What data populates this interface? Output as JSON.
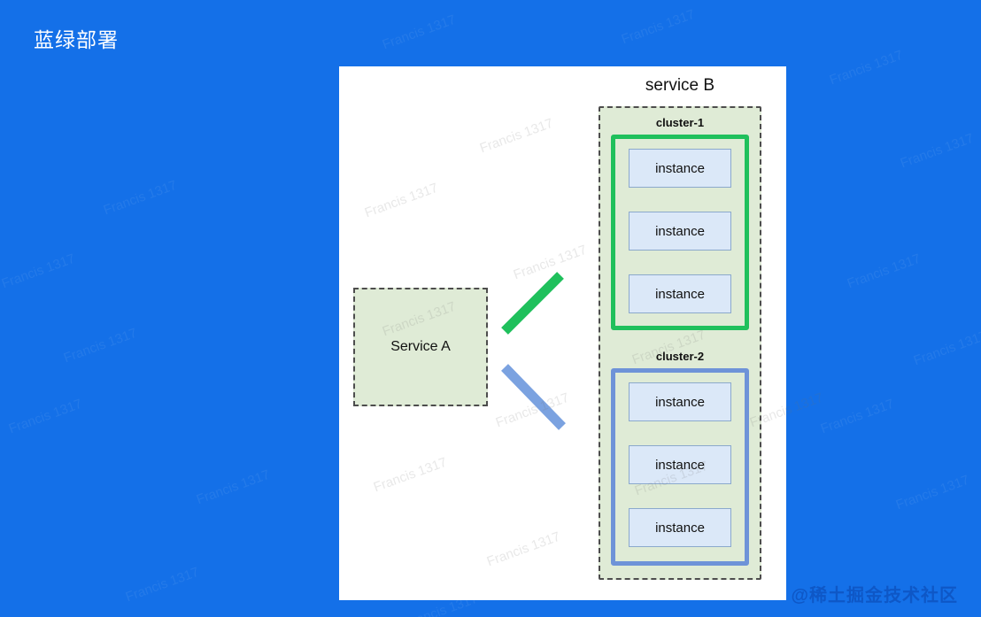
{
  "page": {
    "title": "蓝绿部署",
    "watermark_text": "Francis 1317",
    "site_watermark": "@稀土掘金技术社区",
    "colors": {
      "background": "#1470e8",
      "panel": "#ffffff",
      "cluster_background": "#dfebd6",
      "cluster1_border": "#1fc05c",
      "cluster2_border": "#6e93d8",
      "instance_fill": "#dbe8f8",
      "instance_border": "#8ba9cc",
      "arrow_green": "#1fc05c",
      "arrow_blue": "#7ba2e0"
    }
  },
  "diagram": {
    "service_b": {
      "label": "service B",
      "clusters": [
        {
          "label": "cluster-1",
          "border_color": "#1fc05c",
          "instances": [
            "instance",
            "instance",
            "instance"
          ]
        },
        {
          "label": "cluster-2",
          "border_color": "#6e93d8",
          "instances": [
            "instance",
            "instance",
            "instance"
          ]
        }
      ]
    },
    "service_a": {
      "label": "Service A"
    },
    "arrows": [
      {
        "from": "Service A",
        "to": "cluster-1",
        "color": "#1fc05c"
      },
      {
        "from": "Service A",
        "to": "cluster-2",
        "color": "#7ba2e0"
      }
    ]
  }
}
